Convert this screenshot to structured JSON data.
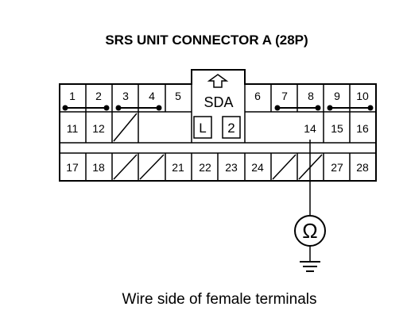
{
  "title": "SRS UNIT CONNECTOR A (28P)",
  "caption": "Wire side of female terminals",
  "lock_label": "SDA",
  "key_labels": [
    "L",
    "2"
  ],
  "meter_symbol": "Ω",
  "terminals": {
    "t1": "1",
    "t2": "2",
    "t3": "3",
    "t4": "4",
    "t5": "5",
    "t6": "6",
    "t7": "7",
    "t8": "8",
    "t9": "9",
    "t10": "10",
    "t11": "11",
    "t12": "12",
    "t14": "14",
    "t15": "15",
    "t16": "16",
    "t17": "17",
    "t18": "18",
    "t21": "21",
    "t22": "22",
    "t23": "23",
    "t24": "24",
    "t27": "27",
    "t28": "28"
  }
}
